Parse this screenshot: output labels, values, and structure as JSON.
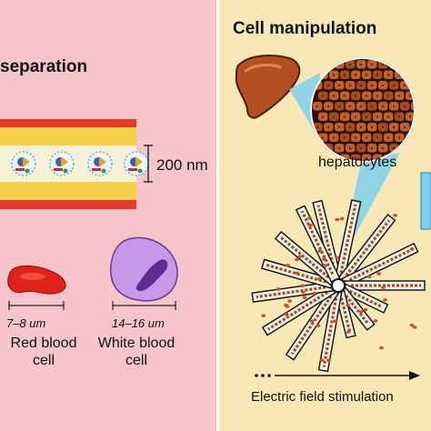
{
  "sections": {
    "left_title": "separation",
    "right_title": "Cell manipulation"
  },
  "channel": {
    "scale_label": "200 nm"
  },
  "cells": [
    {
      "size": "7–8 um",
      "name_line1": "Red blood",
      "name_line2": "cell"
    },
    {
      "size": "14–16 um",
      "name_line1": "White blood",
      "name_line2": "cell"
    }
  ],
  "liver": {
    "label": "hepatocytes"
  },
  "stimulation": {
    "label": "Electric field stimulation"
  },
  "colors": {
    "left_background": "#f6c5c9",
    "right_background": "#f7e8b6",
    "channel_red": "#e8382b",
    "channel_yellow": "#f6d24c",
    "channel_fluid": "#f4f1d6",
    "rbc_red": "#e0211d",
    "wbc_purple": "#c998e8",
    "wbc_nucleus": "#5c2c8f",
    "liver_brown": "#b4501f",
    "hepatocyte_brown": "#b85a20"
  }
}
